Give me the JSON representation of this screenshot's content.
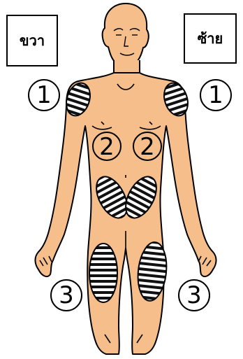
{
  "labels": {
    "right_side": "ขวา",
    "left_side": "ซ้าย"
  },
  "zones": {
    "zone1_right": "1",
    "zone1_left": "1",
    "zone2_right": "2",
    "zone2_left": "2",
    "zone3_right": "3",
    "zone3_left": "3"
  },
  "colors": {
    "skin": "#F5BE8B",
    "outline": "#000000",
    "stripe_dark": "#111111",
    "stripe_light": "#ffffff",
    "background": "#ffffff"
  }
}
